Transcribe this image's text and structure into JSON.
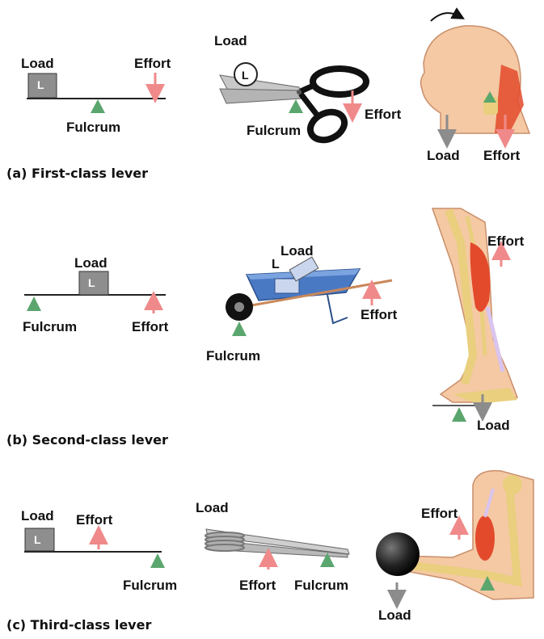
{
  "labels": {
    "load": "Load",
    "effort": "Effort",
    "fulcrum": "Fulcrum",
    "box": "L"
  },
  "captions": {
    "first": "(a) First-class lever",
    "second": "(b) Second-class lever",
    "third": "(c) Third-class lever"
  },
  "colors": {
    "fulcrum": "#5aa66e",
    "effort_arrow": "#f08a8a",
    "load_arrow": "#8c8c8c",
    "load_box": "#8e8e8e",
    "muscle": "#e34a2c",
    "bone": "#e9cf7e",
    "skin": "#f4c9a4",
    "wheelbarrow": "#4a79c4"
  }
}
